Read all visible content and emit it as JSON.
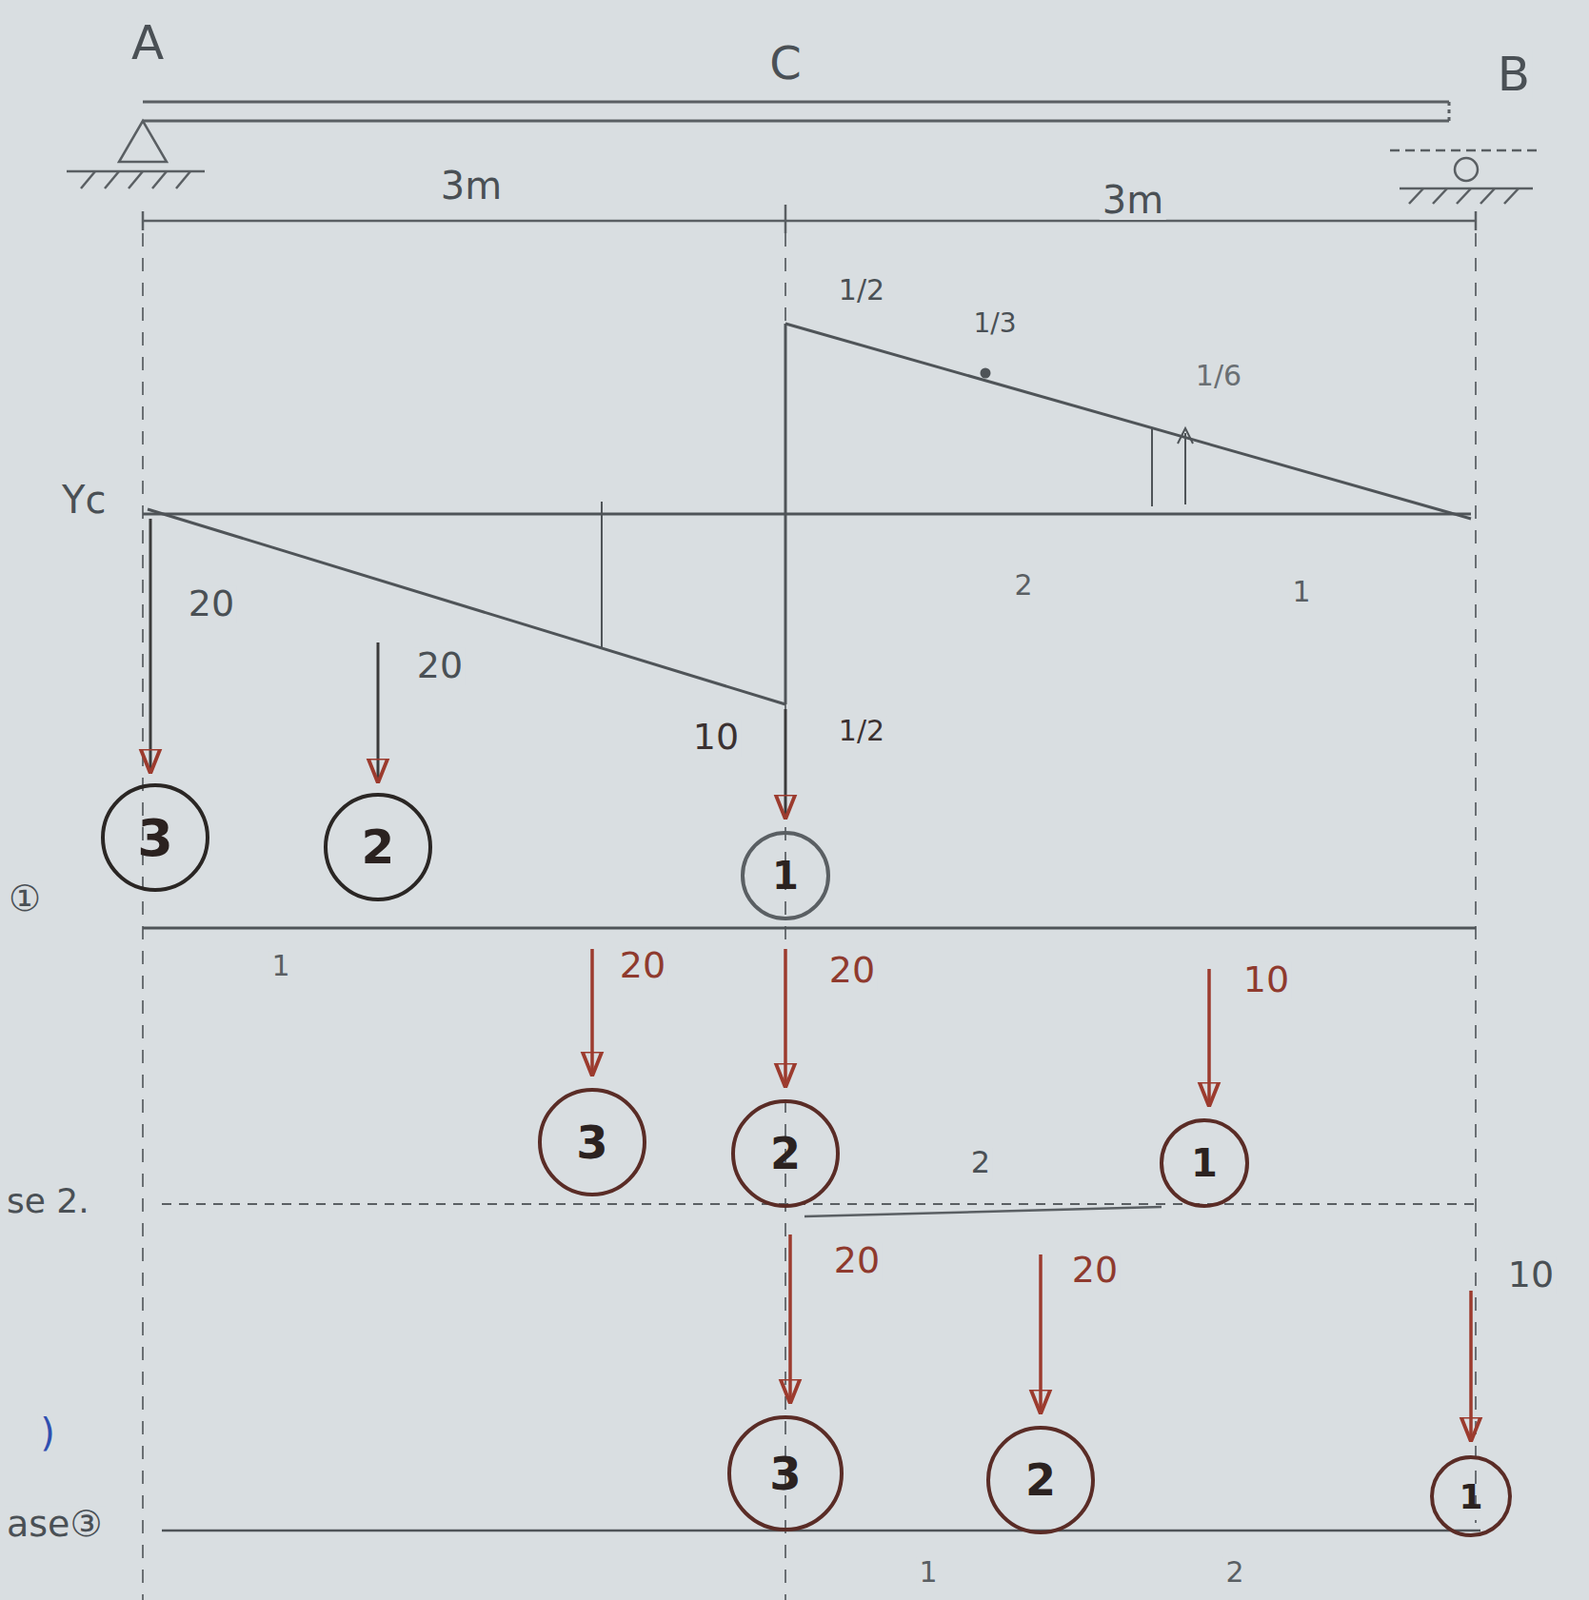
{
  "diagram": {
    "nodes": [
      {
        "text": [
          "3"
        ]
      },
      {
        "text": [
          "2"
        ]
      },
      {
        "text": [
          "1"
        ]
      },
      {
        "text": [
          "3"
        ]
      },
      {
        "text": [
          "2"
        ]
      },
      {
        "text": [
          "1"
        ]
      },
      {
        "text": [
          "3"
        ]
      },
      {
        "text": [
          "2"
        ]
      },
      {
        "text": [
          "1"
        ]
      }
    ],
    "labels": [
      "A",
      "C",
      "B",
      "3m",
      "3m",
      "1/2",
      "1/3",
      "1/6",
      "Yc",
      "20",
      "20",
      "10",
      "1/2",
      "2",
      "1",
      "①",
      "1",
      "20",
      "20",
      "10",
      "2",
      "se 2.",
      "20",
      "20",
      "10",
      ")",
      "ase③",
      "1",
      "2"
    ]
  }
}
